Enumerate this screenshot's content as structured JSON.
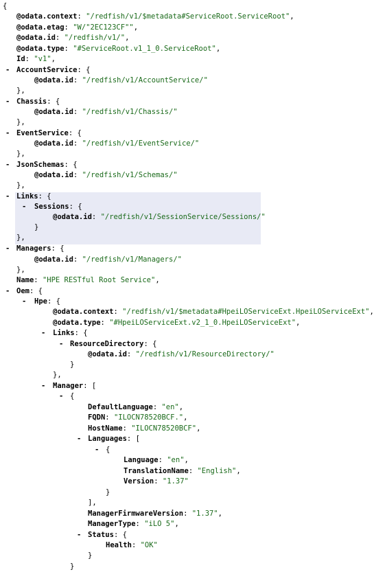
{
  "lines": [
    {
      "kind": "open",
      "text": "{"
    },
    {
      "kind": "pair",
      "key": "@odata.context",
      "value": "\"/redfish/v1/$metadata#ServiceRoot.ServiceRoot\"",
      "comma": ","
    },
    {
      "kind": "pair",
      "key": "@odata.etag",
      "value": "\"W/\"2EC123CF\"\"",
      "comma": ","
    },
    {
      "kind": "pair",
      "key": "@odata.id",
      "value": "\"/redfish/v1/\"",
      "comma": ","
    },
    {
      "kind": "pair",
      "key": "@odata.type",
      "value": "\"#ServiceRoot.v1_1_0.ServiceRoot\"",
      "comma": ","
    },
    {
      "kind": "pair",
      "key": "Id",
      "value": "\"v1\"",
      "comma": ","
    },
    {
      "kind": "obj",
      "key": "AccountService",
      "bracket": "{"
    },
    {
      "kind": "pair",
      "key": "@odata.id",
      "value": "\"/redfish/v1/AccountService/\"",
      "comma": ""
    },
    {
      "kind": "close",
      "text": "},"
    },
    {
      "kind": "obj",
      "key": "Chassis",
      "bracket": "{"
    },
    {
      "kind": "pair",
      "key": "@odata.id",
      "value": "\"/redfish/v1/Chassis/\"",
      "comma": ""
    },
    {
      "kind": "close",
      "text": "},"
    },
    {
      "kind": "obj",
      "key": "EventService",
      "bracket": "{"
    },
    {
      "kind": "pair",
      "key": "@odata.id",
      "value": "\"/redfish/v1/EventService/\"",
      "comma": ""
    },
    {
      "kind": "close",
      "text": "},"
    },
    {
      "kind": "obj",
      "key": "JsonSchemas",
      "bracket": "{"
    },
    {
      "kind": "pair",
      "key": "@odata.id",
      "value": "\"/redfish/v1/Schemas/\"",
      "comma": ""
    },
    {
      "kind": "close",
      "text": "},"
    },
    {
      "kind": "obj",
      "key": "Links",
      "bracket": "{"
    },
    {
      "kind": "obj",
      "key": "Sessions",
      "bracket": "{"
    },
    {
      "kind": "pair",
      "key": "@odata.id",
      "value": "\"/redfish/v1/SessionService/Sessions/\"",
      "comma": ""
    },
    {
      "kind": "close",
      "text": "}"
    },
    {
      "kind": "close",
      "text": "},"
    },
    {
      "kind": "obj",
      "key": "Managers",
      "bracket": "{"
    },
    {
      "kind": "pair",
      "key": "@odata.id",
      "value": "\"/redfish/v1/Managers/\"",
      "comma": ""
    },
    {
      "kind": "close",
      "text": "},"
    },
    {
      "kind": "pair",
      "key": "Name",
      "value": "\"HPE RESTful Root Service\"",
      "comma": ","
    },
    {
      "kind": "obj",
      "key": "Oem",
      "bracket": "{"
    },
    {
      "kind": "obj",
      "key": "Hpe",
      "bracket": "{"
    },
    {
      "kind": "pair",
      "key": "@odata.context",
      "value": "\"/redfish/v1/$metadata#HpeiLOServiceExt.HpeiLOServiceExt\"",
      "comma": ","
    },
    {
      "kind": "pair",
      "key": "@odata.type",
      "value": "\"#HpeiLOServiceExt.v2_1_0.HpeiLOServiceExt\"",
      "comma": ","
    },
    {
      "kind": "obj",
      "key": "Links",
      "bracket": "{"
    },
    {
      "kind": "obj",
      "key": "ResourceDirectory",
      "bracket": "{"
    },
    {
      "kind": "pair",
      "key": "@odata.id",
      "value": "\"/redfish/v1/ResourceDirectory/\"",
      "comma": ""
    },
    {
      "kind": "close",
      "text": "}"
    },
    {
      "kind": "close",
      "text": "},"
    },
    {
      "kind": "obj",
      "key": "Manager",
      "bracket": "["
    },
    {
      "kind": "anon",
      "bracket": "{"
    },
    {
      "kind": "pair",
      "key": "DefaultLanguage",
      "value": "\"en\"",
      "comma": ","
    },
    {
      "kind": "pair",
      "key": "FQDN",
      "value": "\"ILOCN78520BCF.\"",
      "comma": ","
    },
    {
      "kind": "pair",
      "key": "HostName",
      "value": "\"ILOCN78520BCF\"",
      "comma": ","
    },
    {
      "kind": "obj",
      "key": "Languages",
      "bracket": "["
    },
    {
      "kind": "anon",
      "bracket": "{"
    },
    {
      "kind": "pair",
      "key": "Language",
      "value": "\"en\"",
      "comma": ","
    },
    {
      "kind": "pair",
      "key": "TranslationName",
      "value": "\"English\"",
      "comma": ","
    },
    {
      "kind": "pair",
      "key": "Version",
      "value": "\"1.37\"",
      "comma": ""
    },
    {
      "kind": "close",
      "text": "}"
    },
    {
      "kind": "close",
      "text": "],"
    },
    {
      "kind": "pair",
      "key": "ManagerFirmwareVersion",
      "value": "\"1.37\"",
      "comma": ","
    },
    {
      "kind": "pair",
      "key": "ManagerType",
      "value": "\"iLO 5\"",
      "comma": ","
    },
    {
      "kind": "obj",
      "key": "Status",
      "bracket": "{"
    },
    {
      "kind": "pair",
      "key": "Health",
      "value": "\"OK\"",
      "comma": ""
    },
    {
      "kind": "close",
      "text": "}"
    },
    {
      "kind": "close",
      "text": "}"
    }
  ],
  "toggle_glyph": "-",
  "colors": {
    "key": "#000000",
    "string": "#1a6a1a",
    "hover_highlight": "#e8eaf5"
  }
}
